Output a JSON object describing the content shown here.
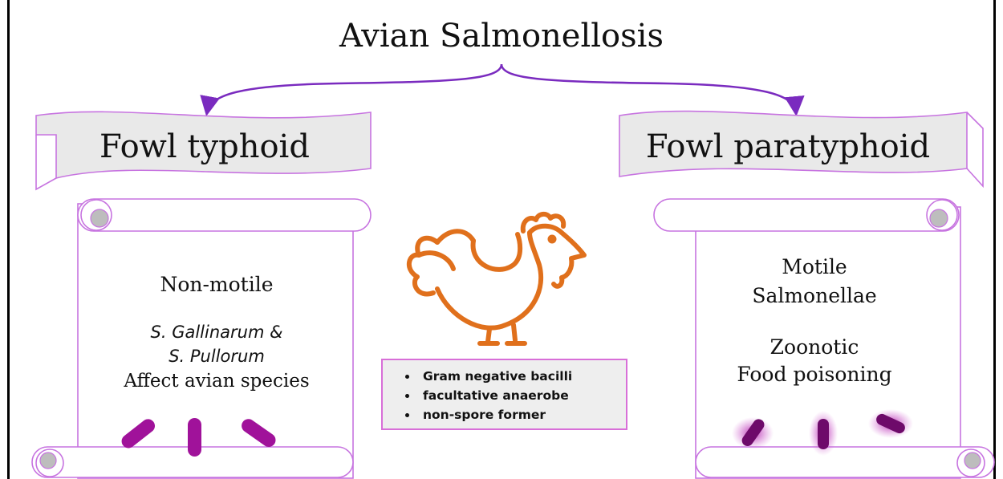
{
  "title": "Avian Salmonellosis",
  "left": {
    "banner": "Fowl typhoid",
    "motility": "Non-motile",
    "species_line1": "S. Gallinarum &",
    "species_line2": "S. Pullorum",
    "affect": "Affect avian species"
  },
  "right": {
    "banner": "Fowl paratyphoid",
    "motility_line1": "Motile",
    "motility_line2": "Salmonellae",
    "zoonotic_line1": "Zoonotic",
    "zoonotic_line2": "Food poisoning"
  },
  "features": [
    "Gram negative bacilli",
    "facultative anaerobe",
    "non-spore former"
  ],
  "colors": {
    "arrow": "#7a2bbf",
    "scroll_border": "#c774e0",
    "banner_fill": "#e9e9e9",
    "rooster_outline": "#e0701c",
    "bacteria": "#a0129a",
    "features_border": "#d86fd8"
  },
  "icons": {
    "center": "rooster-icon",
    "left_bacteria": "rod-bacteria-icon",
    "right_bacteria": "flagellated-bacteria-icon"
  }
}
